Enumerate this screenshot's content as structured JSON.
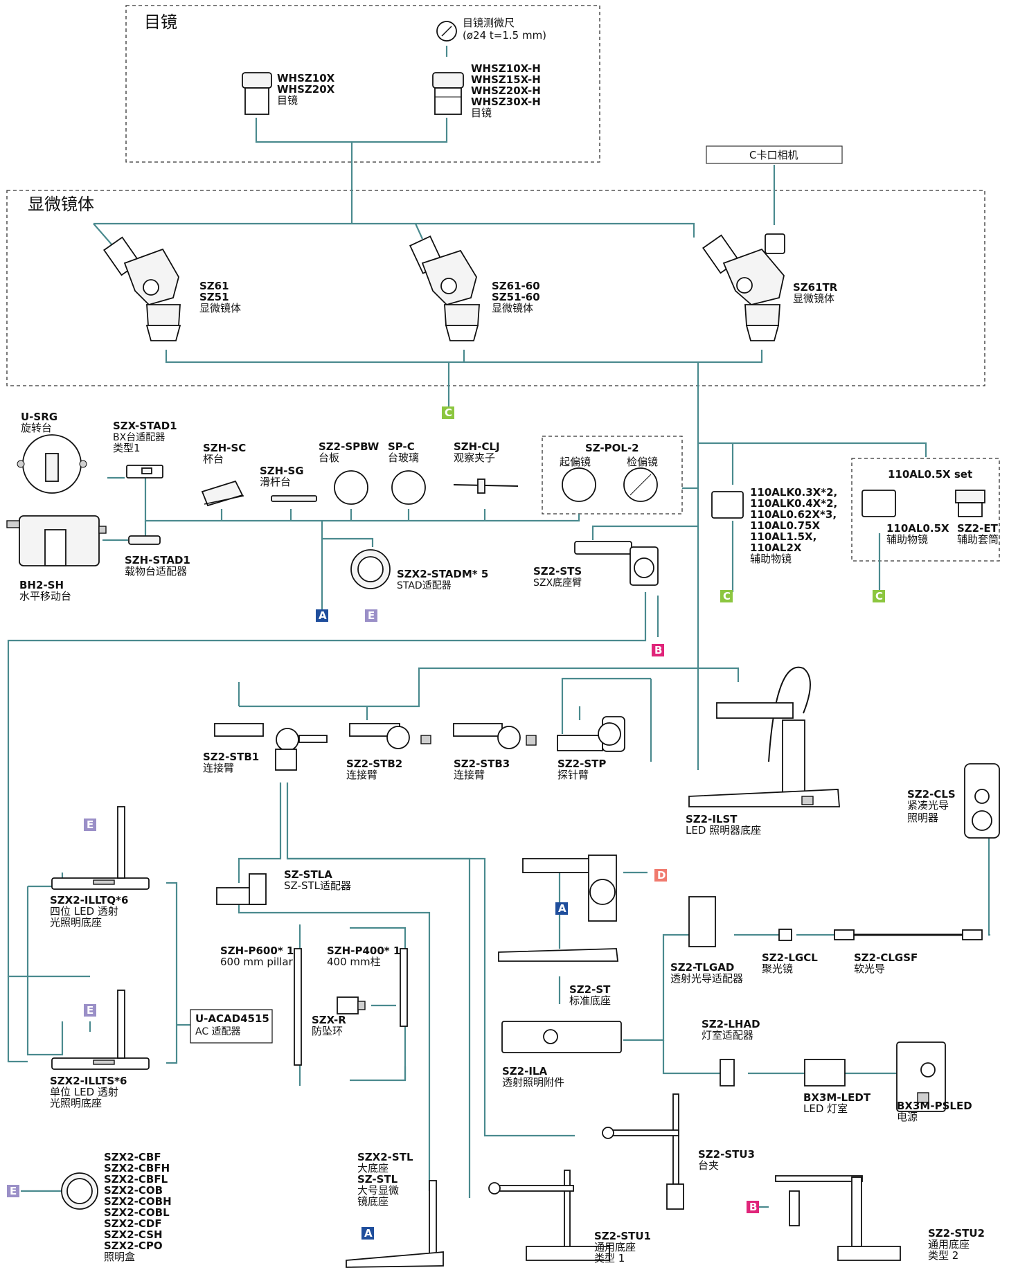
{
  "groups": {
    "eyepieces": "目镜",
    "body": "显微镜体",
    "c_mount_camera": "C卡口相机"
  },
  "labels": {
    "reticle_name": "目镜测微尺",
    "reticle_spec": "(ø24  t=1.5 mm)",
    "whsz_a1": "WHSZ10X",
    "whsz_a2": "WHSZ20X",
    "whsz_a3": "目镜",
    "whsz_b1": "WHSZ10X-H",
    "whsz_b2": "WHSZ15X-H",
    "whsz_b3": "WHSZ20X-H",
    "whsz_b4": "WHSZ30X-H",
    "whsz_b5": "目镜",
    "sz61_1": "SZ61",
    "sz61_2": "SZ51",
    "sz61_3": "显微镜体",
    "sz6160_1": "SZ61-60",
    "sz6160_2": "SZ51-60",
    "sz6160_3": "显微镜体",
    "sz61tr_1": "SZ61TR",
    "sz61tr_2": "显微镜体",
    "usrg_1": "U-SRG",
    "usrg_2": "旋转台",
    "szxstad1_1": "SZX-STAD1",
    "szxstad1_2": "BX台适配器",
    "szxstad1_3": "类型1",
    "szhsc_1": "SZH-SC",
    "szhsc_2": "杯台",
    "szhsg_1": "SZH-SG",
    "szhsg_2": "滑杆台",
    "spbw_1": "SZ2-SPBW",
    "spbw_2": "台板",
    "spc_1": "SP-C",
    "spc_2": "台玻璃",
    "clj_1": "SZH-CLJ",
    "clj_2": "观察夹子",
    "pol_1": "SZ-POL-2",
    "pol_2": "起偏镜",
    "pol_3": "检偏镜",
    "alk_1": "110ALK0.3X*2,",
    "alk_2": "110ALK0.4X*2,",
    "alk_3": "110AL0.62X*3,",
    "alk_4": "110AL0.75X",
    "alk_5": "110AL1.5X,",
    "alk_6": "110AL2X",
    "alk_7": "辅助物镜",
    "al05set": "110AL0.5X set",
    "al05_1": "110AL0.5X",
    "al05_2": "辅助物镜",
    "et_1": "SZ2-ET",
    "et_2": "辅助套筒",
    "bh2_1": "BH2-SH",
    "bh2_2": "水平移动台",
    "szhstad1_1": "SZH-STAD1",
    "szhstad1_2": "载物台适配器",
    "stadm_1": "SZX2-STADM* 5",
    "stadm_2": "STAD适配器",
    "sts_1": "SZ2-STS",
    "sts_2": "SZX底座臂",
    "stb1_1": "SZ2-STB1",
    "stb1_2": "连接臂",
    "stb2_1": "SZ2-STB2",
    "stb2_2": "连接臂",
    "stb3_1": "SZ2-STB3",
    "stb3_2": "连接臂",
    "stp_1": "SZ2-STP",
    "stp_2": "探针臂",
    "ilst_1": "SZ2-ILST",
    "ilst_2": "LED 照明器底座",
    "cls_1": "SZ2-CLS",
    "cls_2": "紧凑光导",
    "cls_3": "照明器",
    "illtq_1": "SZX2-ILLTQ*6",
    "illtq_2": "四位 LED 透射",
    "illtq_3": "光照明底座",
    "stla_1": "SZ-STLA",
    "stla_2": "SZ-STL适配器",
    "p600_1": "SZH-P600* 1",
    "p600_2": "600 mm pillar",
    "p400_1": "SZH-P400* 1",
    "p400_2": "400 mm柱",
    "szxr_1": "SZX-R",
    "szxr_2": "防坠环",
    "acad_1": "U-ACAD4515",
    "acad_2": "AC 适配器",
    "st_1": "SZ2-ST",
    "st_2": "标准底座",
    "ila_1": "SZ2-ILA",
    "ila_2": "透射照明附件",
    "tlgad_1": "SZ2-TLGAD",
    "tlgad_2": "透射光导适配器",
    "lgcl_1": "SZ2-LGCL",
    "lgcl_2": "聚光镜",
    "clgsf_1": "SZ2-CLGSF",
    "clgsf_2": "软光导",
    "lhad_1": "SZ2-LHAD",
    "lhad_2": "灯室适配器",
    "ledt_1": "BX3M-LEDT",
    "ledt_2": "LED 灯室",
    "psled_1": "BX3M-PSLED",
    "psled_2": "电源",
    "illts_1": "SZX2-ILLTS*6",
    "illts_2": "单位 LED 透射",
    "illts_3": "光照明底座",
    "stu3_1": "SZ2-STU3",
    "stu3_2": "台夹",
    "cb_1": "SZX2-CBF",
    "cb_2": "SZX2-CBFH",
    "cb_3": "SZX2-CBFL",
    "cb_4": "SZX2-COB",
    "cb_5": "SZX2-COBH",
    "cb_6": "SZX2-COBL",
    "cb_7": "SZX2-CDF",
    "cb_8": "SZX2-CSH",
    "cb_9": "SZX2-CPO",
    "cb_10": "照明盒",
    "stl_1": "SZX2-STL",
    "stl_2": "大底座",
    "stl_3": "SZ-STL",
    "stl_4": "大号显微",
    "stl_5": "镜底座",
    "stu1_1": "SZ2-STU1",
    "stu1_2": "通用底座",
    "stu1_3": "类型 1",
    "stu2_1": "SZ2-STU2",
    "stu2_2": "通用底座",
    "stu2_3": "类型 2"
  },
  "badges": {
    "a": "A",
    "b": "B",
    "c": "C",
    "d": "D",
    "e": "E"
  },
  "colors": {
    "line": "#4a8a8e",
    "badge_a": "#1f4e9c",
    "badge_b": "#e0257a",
    "badge_c": "#8cc63f",
    "badge_d": "#f07a6e",
    "badge_e": "#9a8fc7"
  }
}
